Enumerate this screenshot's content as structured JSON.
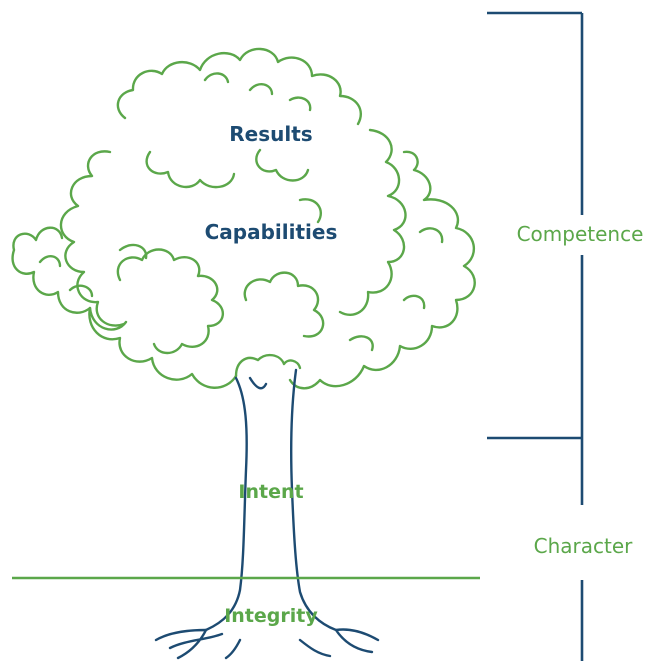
{
  "tree": {
    "labels": {
      "results": "Results",
      "capabilities": "Capabilities",
      "intent": "Intent",
      "integrity": "Integrity"
    }
  },
  "brackets": {
    "competence": "Competence",
    "character": "Character"
  },
  "colors": {
    "navy": "#1d4b72",
    "green": "#5ba74a",
    "background": "#ffffff"
  }
}
